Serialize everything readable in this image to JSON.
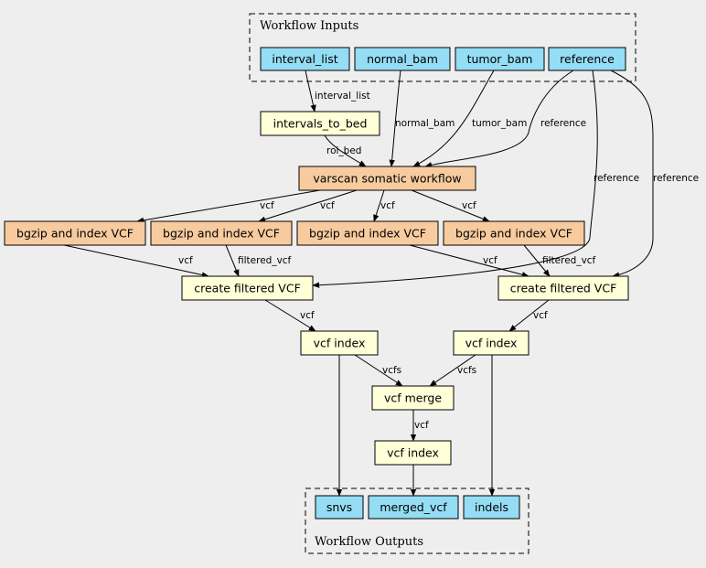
{
  "colors": {
    "background": "#eeeeee",
    "input_fill": "#94ddf4",
    "step_fill": "#f7cb9e",
    "tool_fill": "#ffffd8"
  },
  "clusters": {
    "inputs": "Workflow Inputs",
    "outputs": "Workflow Outputs"
  },
  "nodes": {
    "interval_list": "interval_list",
    "normal_bam": "normal_bam",
    "tumor_bam": "tumor_bam",
    "reference": "reference",
    "intervals_to_bed": "intervals_to_bed",
    "varscan": "varscan somatic workflow",
    "bgzip1": "bgzip and index VCF",
    "bgzip2": "bgzip and index VCF",
    "bgzip3": "bgzip and index VCF",
    "bgzip4": "bgzip and index VCF",
    "filter1": "create filtered VCF",
    "filter2": "create filtered VCF",
    "index1": "vcf index",
    "index2": "vcf index",
    "merge": "vcf merge",
    "index3": "vcf index",
    "snvs": "snvs",
    "merged_vcf": "merged_vcf",
    "indels": "indels"
  },
  "edges": {
    "interval_list": "interval_list",
    "normal_bam": "normal_bam",
    "tumor_bam": "tumor_bam",
    "reference": "reference",
    "roi_bed": "roi_bed",
    "reference_f1": "reference",
    "reference_f2": "reference",
    "vcf_v1": "vcf",
    "vcf_v2": "vcf",
    "vcf_v3": "vcf",
    "vcf_v4": "vcf",
    "vcf_b1": "vcf",
    "filtered_vcf_b2": "filtered_vcf",
    "vcf_b3": "vcf",
    "filtered_vcf_b4": "filtered_vcf",
    "vcf_f1": "vcf",
    "vcf_f2": "vcf",
    "vcfs_i1": "vcfs",
    "vcfs_i2": "vcfs",
    "vcf_merge": "vcf"
  }
}
